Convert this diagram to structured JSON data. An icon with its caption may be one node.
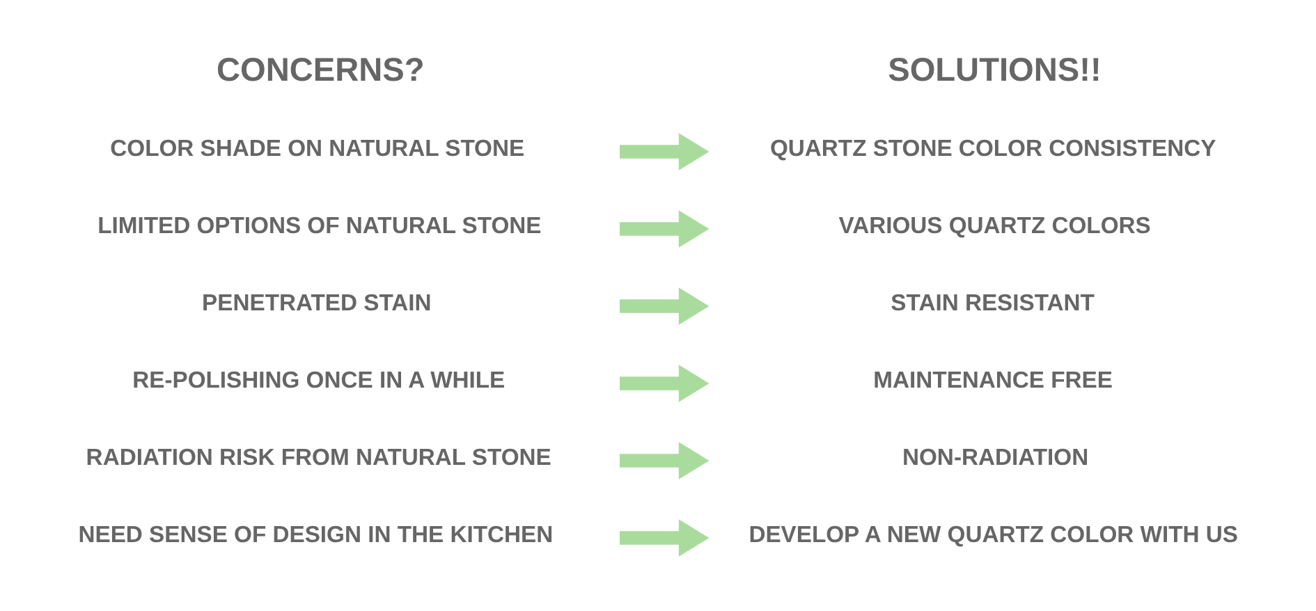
{
  "diagram": {
    "nodes": [
      {
        "text": [
          "COLOR SHADE ON NATURAL STONE"
        ]
      },
      {
        "text": [
          "QUARTZ STONE COLOR CONSISTENCY"
        ]
      },
      {
        "text": [
          "LIMITED OPTIONS OF NATURAL STONE"
        ]
      },
      {
        "text": [
          "VARIOUS QUARTZ COLORS"
        ]
      },
      {
        "text": [
          "PENETRATED STAIN"
        ]
      },
      {
        "text": [
          "STAIN RESISTANT"
        ]
      },
      {
        "text": [
          "RE-POLISHING ONCE IN A WHILE"
        ]
      },
      {
        "text": [
          "MAINTENANCE FREE"
        ]
      },
      {
        "text": [
          "RADIATION RISK FROM NATURAL STONE"
        ]
      },
      {
        "text": [
          "NON-RADIATION"
        ]
      },
      {
        "text": [
          "NEED SENSE OF DESIGN IN THE KITCHEN"
        ]
      },
      {
        "text": [
          "DEVELOP A NEW QUARTZ COLOR WITH US"
        ]
      }
    ],
    "edges": [
      {
        "from": 0,
        "to": 1,
        "arrow": "to"
      },
      {
        "from": 2,
        "to": 3,
        "arrow": "to"
      },
      {
        "from": 4,
        "to": 5,
        "arrow": "to"
      },
      {
        "from": 6,
        "to": 7,
        "arrow": "to"
      },
      {
        "from": 8,
        "to": 9,
        "arrow": "to"
      },
      {
        "from": 10,
        "to": 11,
        "arrow": "to"
      }
    ],
    "labels": [
      "CONCERNS?",
      "SOLUTIONS!!"
    ]
  }
}
